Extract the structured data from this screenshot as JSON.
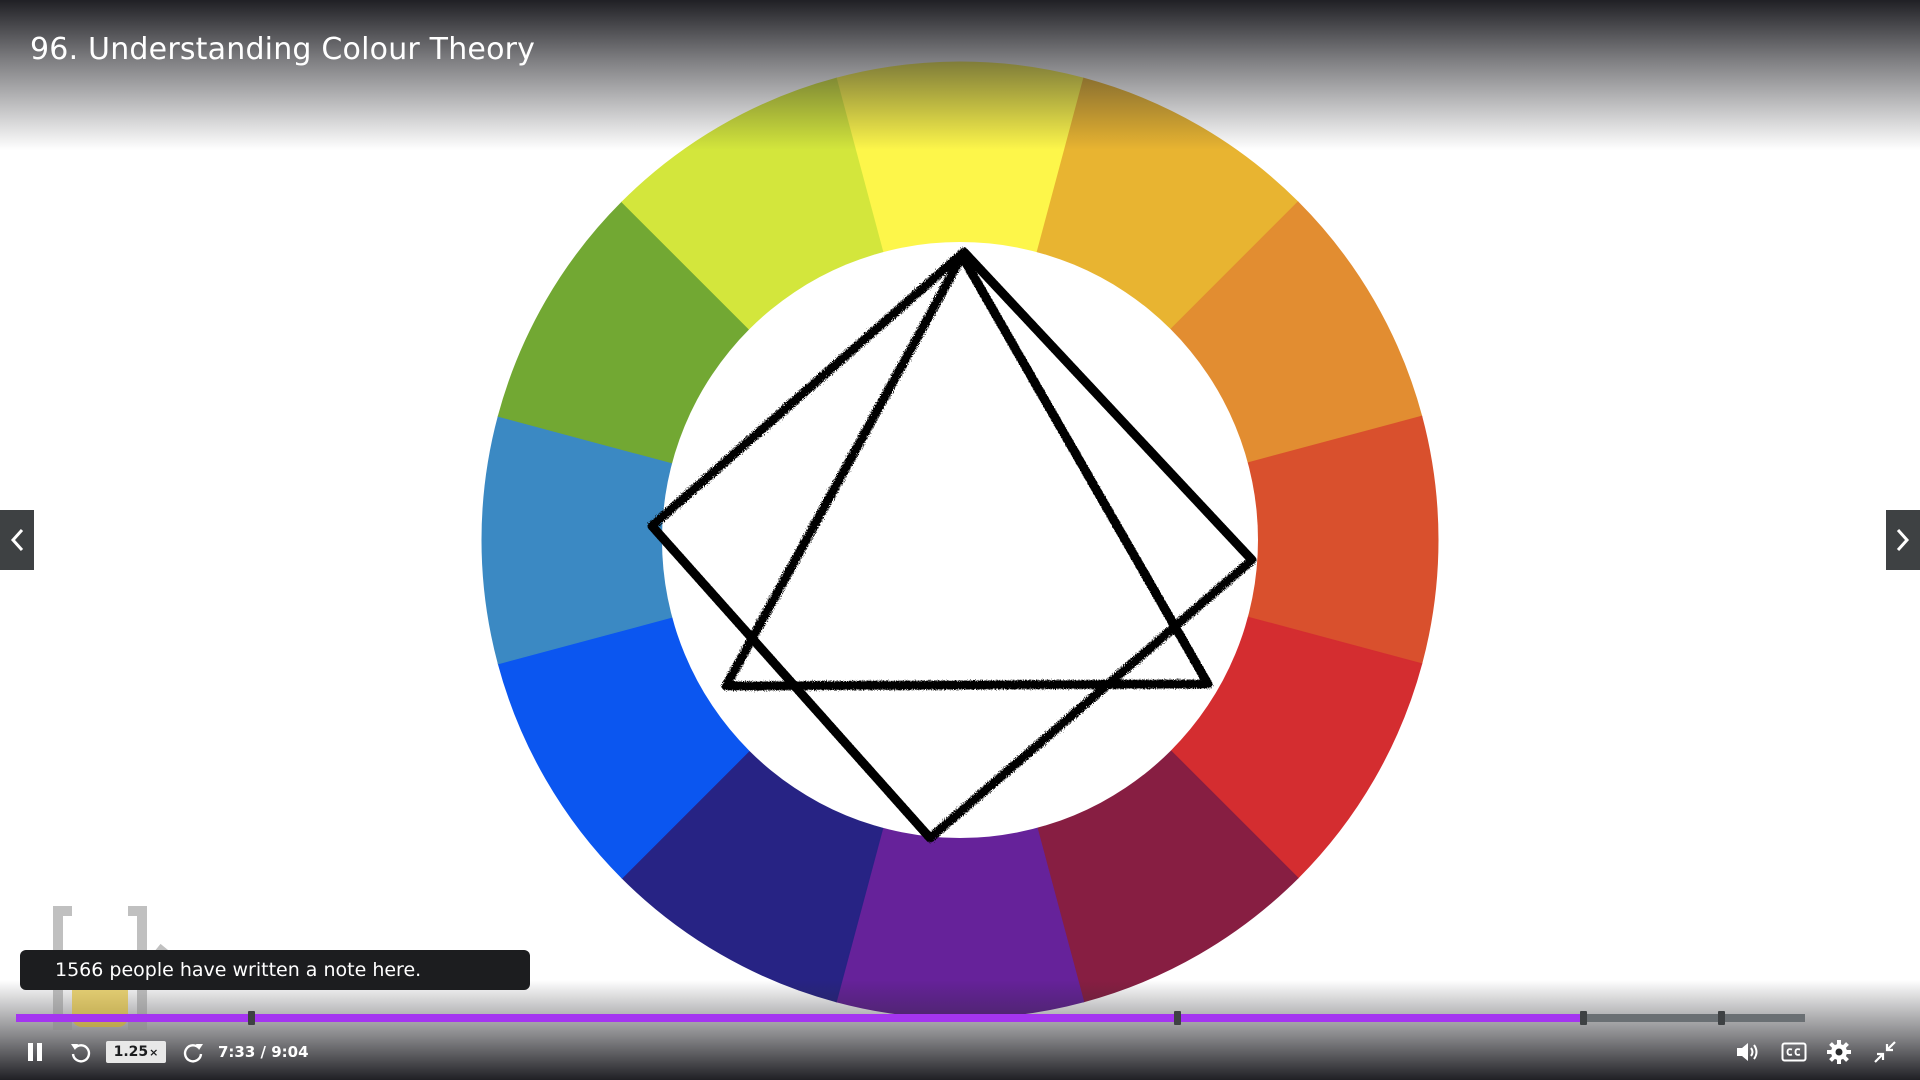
{
  "lecture": {
    "title": "96. Understanding Colour Theory"
  },
  "note_toast": {
    "text": "1566 people have written a note here."
  },
  "player": {
    "speed_value": "1.25",
    "speed_suffix": "×",
    "current_time": "7:33",
    "separator": " / ",
    "duration": "9:04",
    "progress_fraction": 0.876
  },
  "colors": {
    "accent": "#a435f0",
    "wheel": [
      "#fdf64a",
      "#e8b431",
      "#e28d31",
      "#d9502d",
      "#d42d30",
      "#871e42",
      "#66229a",
      "#272384",
      "#0b56f0",
      "#3b89c3",
      "#72a833",
      "#d3e63c"
    ]
  },
  "icons": {
    "prev": "chevron-left-icon",
    "next": "chevron-right-icon",
    "play_pause": "pause-icon",
    "rewind": "rewind-5-icon",
    "forward": "forward-5-icon",
    "volume": "volume-icon",
    "captions": "captions-icon",
    "settings": "gear-icon",
    "exit_fullscreen": "exit-fullscreen-icon"
  }
}
